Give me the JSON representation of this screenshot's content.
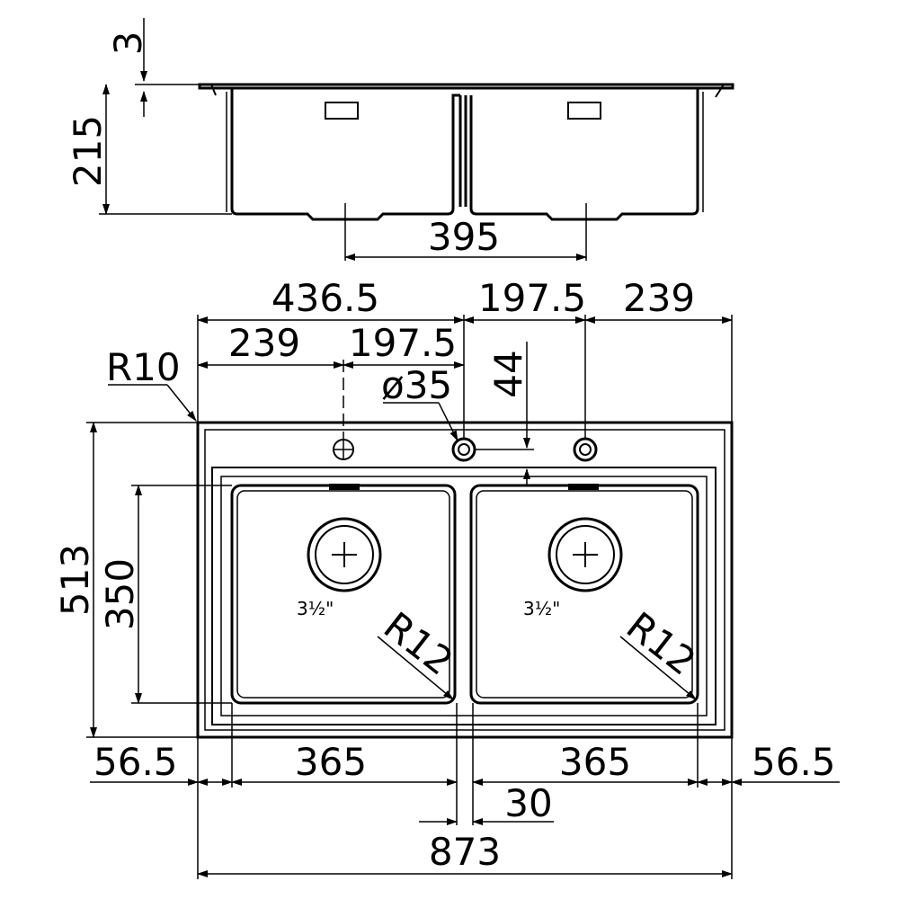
{
  "dimensions": {
    "lip_thickness": "3",
    "bowl_depth": "215",
    "drain_spacing": "395",
    "left_tap_offset": "436.5",
    "tap_pitch_top": "197.5",
    "right_tap_offset": "239",
    "left_tap_pitch": "239",
    "mid_tap_pitch": "197.5",
    "tap_hole_diameter": "ø35",
    "tap_to_bowl": "44",
    "corner_radius_outer": "R10",
    "overall_depth": "513",
    "bowl_depth_plan": "350",
    "left_margin": "56.5",
    "left_bowl_width": "365",
    "right_bowl_width": "365",
    "right_margin": "56.5",
    "divider_width": "30",
    "overall_width": "873",
    "bowl_corner_radius_left": "R12",
    "bowl_corner_radius_right": "R12"
  },
  "waste": {
    "left_size": "3½\"",
    "right_size": "3½\""
  }
}
